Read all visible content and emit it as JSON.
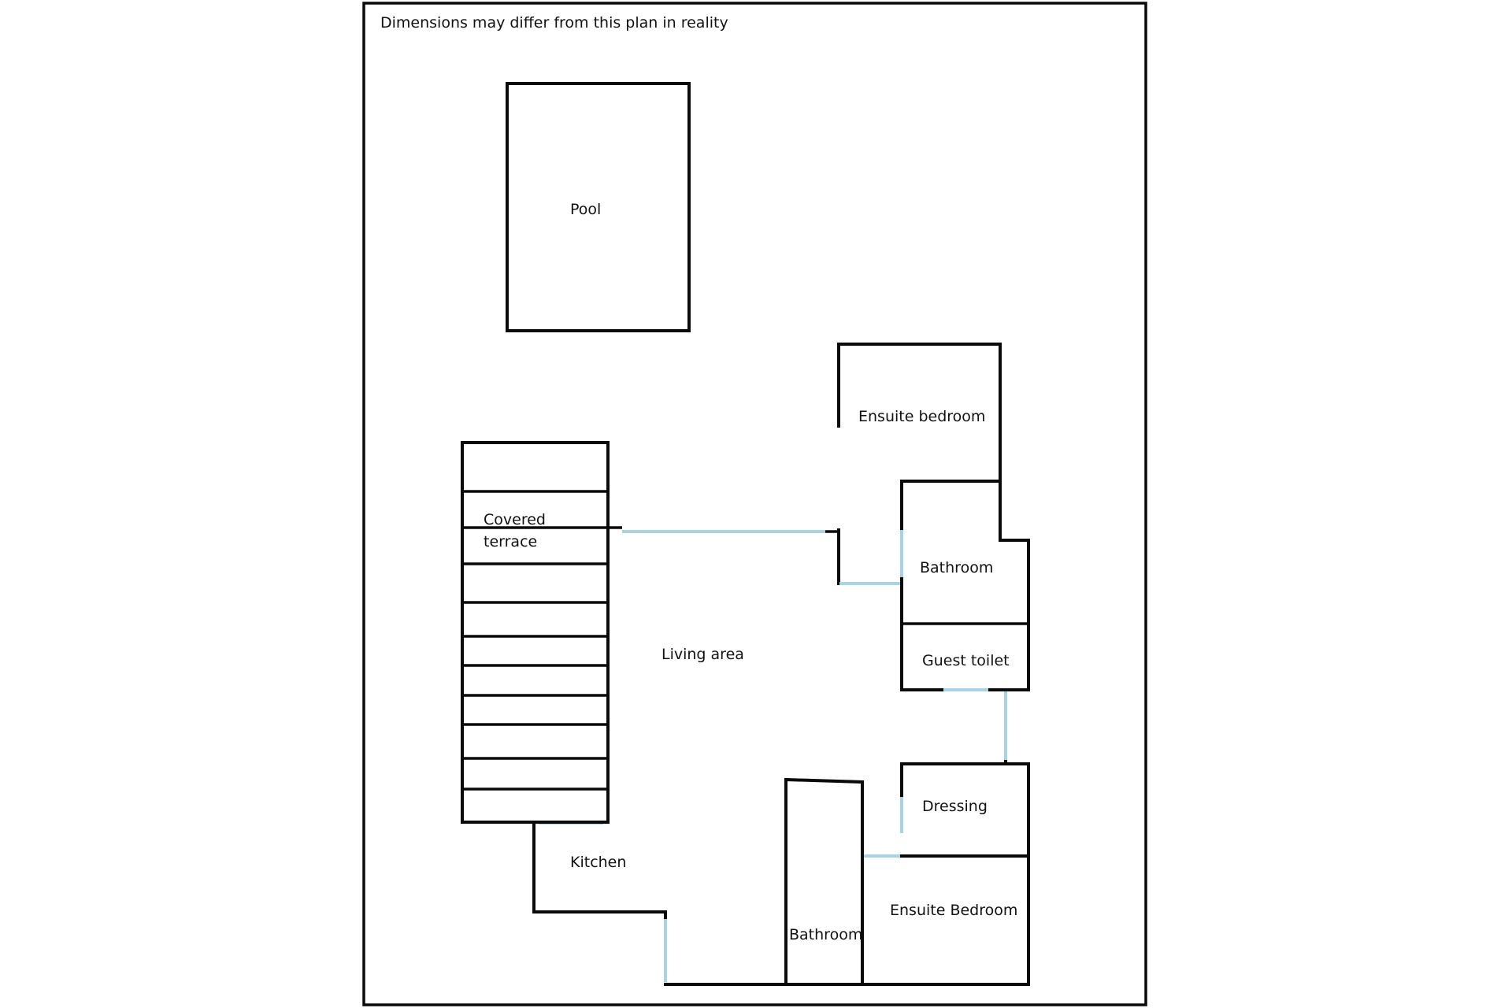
{
  "plan": {
    "note": "Dimensions may differ from this plan in reality",
    "rooms": {
      "pool": "Pool",
      "ensuite_bedroom_top": "Ensuite bedroom",
      "covered_terrace_line1": "Covered",
      "covered_terrace_line2": "terrace",
      "bathroom_top": "Bathroom",
      "living_area": "Living area",
      "guest_toilet": "Guest toilet",
      "dressing": "Dressing",
      "kitchen": "Kitchen",
      "ensuite_bedroom_bottom": "Ensuite Bedroom",
      "bathroom_bottom": "Bathroom"
    },
    "colors": {
      "wall": "#0a0a0a",
      "door_opening": "#a9d3e3"
    }
  }
}
